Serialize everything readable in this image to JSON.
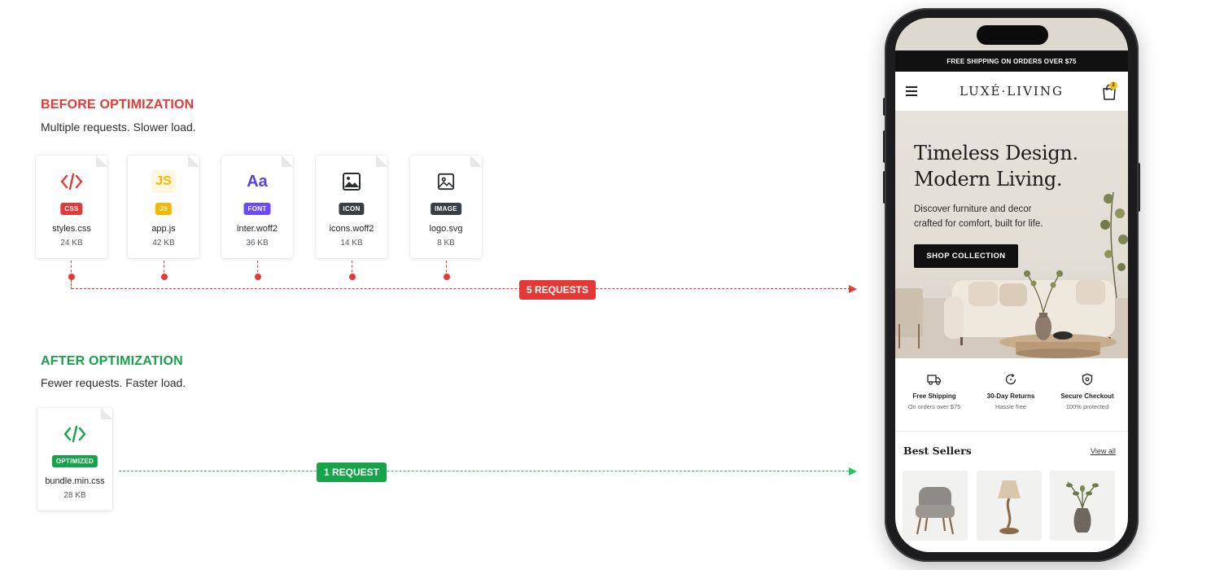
{
  "before": {
    "title": "BEFORE OPTIMIZATION",
    "subtitle": "Multiple requests. Slower load.",
    "files": [
      {
        "icon": "code-icon",
        "tag": "CSS",
        "tag_color": "#e53935",
        "name": "styles.css",
        "size": "24 KB"
      },
      {
        "icon": "js-icon",
        "icon_text": "JS",
        "tag": "JS",
        "tag_color": "#f5b700",
        "name": "app.js",
        "size": "42 KB"
      },
      {
        "icon": "font-icon",
        "icon_text": "Aa",
        "tag": "FONT",
        "tag_color": "#6d4aff",
        "name": "inter.woff2",
        "size": "36 KB"
      },
      {
        "icon": "image-icon",
        "tag": "ICON",
        "tag_color": "#3a3f45",
        "name": "icons.woff2",
        "size": "14 KB"
      },
      {
        "icon": "picture-icon",
        "tag": "IMAGE",
        "tag_color": "#3a3f45",
        "name": "logo.svg",
        "size": "8 KB"
      }
    ],
    "requests_label": "5 REQUESTS",
    "color": "#e53935"
  },
  "after": {
    "title": "AFTER OPTIMIZATION",
    "subtitle": "Fewer requests. Faster load.",
    "file": {
      "icon": "code-icon",
      "tag": "OPTIMIZED",
      "tag_color": "#16a34a",
      "name": "bundle.min.css",
      "size": "28 KB"
    },
    "requests_label": "1 REQUEST",
    "color": "#16a34a"
  },
  "phone": {
    "promo": "FREE SHIPPING ON ORDERS OVER $75",
    "brand": "LUXÉ·LIVING",
    "cart_count": "2",
    "hero": {
      "title_line1": "Timeless Design.",
      "title_line2": "Modern Living.",
      "subtitle_line1": "Discover furniture and decor",
      "subtitle_line2": "crafted for comfort, built for life.",
      "button": "SHOP COLLECTION"
    },
    "features": [
      {
        "icon": "truck-icon",
        "title": "Free Shipping",
        "sub": "On orders over $75"
      },
      {
        "icon": "returns-icon",
        "title": "30-Day Returns",
        "sub": "Hassle free"
      },
      {
        "icon": "shield-icon",
        "title": "Secure Checkout",
        "sub": "100% protected"
      }
    ],
    "best_sellers": "Best Sellers",
    "view_all": "View all",
    "products": [
      "chair",
      "lamp",
      "vase"
    ]
  }
}
